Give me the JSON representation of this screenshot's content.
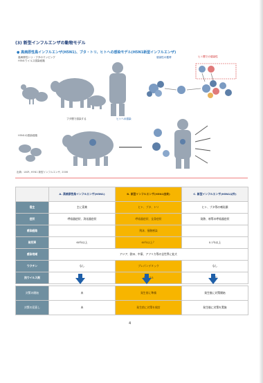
{
  "header": {
    "title": "(3) 新型インフルエンザの動物モデル"
  },
  "subheader": {
    "text": "● 高病原性鳥インフルエンザ(H5N1)、ブタ・トリ、ヒトへの感染モデル(H5N1新型インフルエンザ)"
  },
  "diagram": {
    "label_left_top": "高病原性トリ・ブタのマッピング",
    "label_left_sub": "H5N1ウイルス感染経路",
    "label_human": "感染性の獲得",
    "label_red": "ヒト間での感染性",
    "label_mid": "ブタ間で感染する",
    "label_link": "ヒトへの感染",
    "label_pig_bottom": "H5N1の感染経路"
  },
  "source": "出典：IASR, H5N1 新型インフルエンザ, 2006",
  "table": {
    "headers": [
      "",
      "A. 高病原性鳥インフルエンザ(H5N1)",
      "B. 新型インフルエンザ(H5N1由来)",
      "C. 新型インフルエンザ(H5N1以外)"
    ],
    "rows": [
      {
        "label": "宿主",
        "cells": [
          "主に家禽",
          "ヒト、ブタ、トリ",
          "ヒト、ブタ等の哺乳類"
        ]
      },
      {
        "label": "症状",
        "cells": [
          "呼吸器症状、消化器症状",
          "呼吸器症状、全身症状",
          "発熱、咳等の呼吸器症状"
        ]
      },
      {
        "label": "感染経路",
        "cells": [
          "",
          "飛沫、接触感染",
          ""
        ]
      },
      {
        "label": "致死率",
        "cells": [
          "60％以上",
          "60％以上？",
          "0.1％以上"
        ]
      },
      {
        "label": "感染地域",
        "cells": [
          "アジア、欧州、中東、アフリカ等の全世界に拡大",
          "",
          ""
        ]
      },
      {
        "label": "ワクチン",
        "cells": [
          "なし",
          "プレパンデミック",
          "なし"
        ]
      },
      {
        "label": "抗ウイルス剤",
        "cells": [
          "",
          "タミフル",
          "あり"
        ]
      }
    ],
    "bottom_rows": [
      {
        "label": "対策の開始",
        "cells": [
          "未",
          "発生前に準備",
          "発生後に対策開始"
        ]
      },
      {
        "label": "対策の見直し",
        "cells": [
          "未",
          "発生前に対策を検討",
          "発生後に対策を実施"
        ]
      }
    ]
  },
  "page_number": "4"
}
